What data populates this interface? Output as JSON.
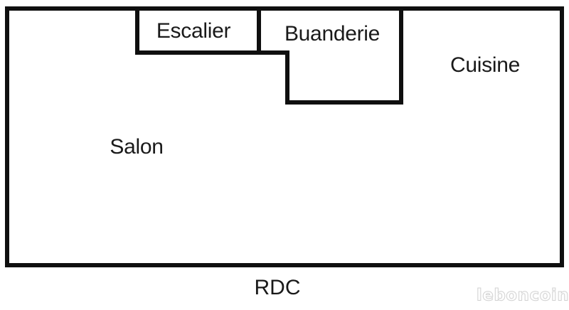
{
  "floorplan": {
    "floor_label": "RDC",
    "rooms": [
      {
        "name": "Escalier"
      },
      {
        "name": "Buanderie"
      },
      {
        "name": "Cuisine"
      },
      {
        "name": "Salon"
      }
    ]
  },
  "watermark": "leboncoin",
  "colors": {
    "wall": "#0f0f0f",
    "text": "#1a1a1a",
    "background": "#ffffff",
    "watermark_outline": "#d2d2d2",
    "watermark_fill": "#fdfdfd"
  }
}
